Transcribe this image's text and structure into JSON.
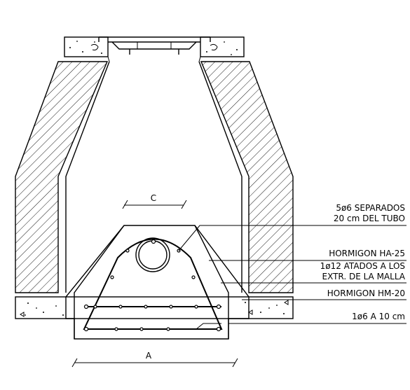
{
  "dimensions": {
    "top_label": "C",
    "bottom_label": "A"
  },
  "callouts": [
    {
      "lines": [
        "5ø6 SEPARADOS",
        "20 cm DEL TUBO"
      ]
    },
    {
      "lines": [
        "HORMIGON HA-25"
      ]
    },
    {
      "lines": [
        "1ø12 ATADOS A LOS",
        "EXTR. DE LA MALLA"
      ]
    },
    {
      "lines": [
        "HORMIGON HM-20"
      ]
    },
    {
      "lines": [
        "1ø6 A 10 cm"
      ]
    }
  ]
}
